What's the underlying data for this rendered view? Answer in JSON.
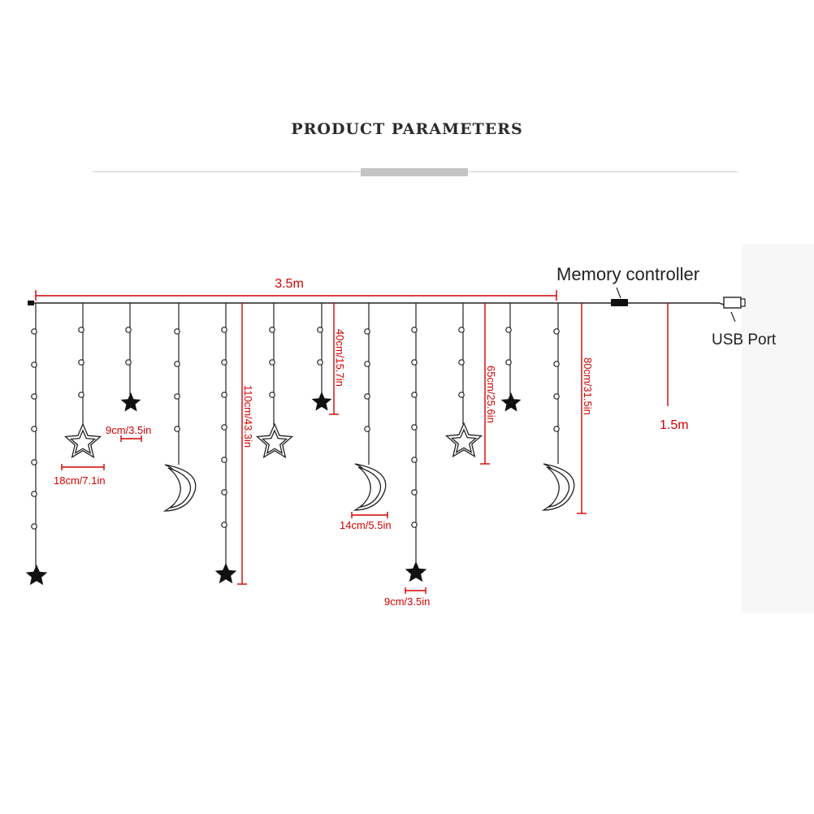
{
  "header": {
    "title": "PRODUCT PARAMETERS"
  },
  "labels": {
    "total_length": "3.5m",
    "memory_controller": "Memory controller",
    "usb_port": "USB Port",
    "cable_length": "1.5m",
    "dim_110": "110cm/43.3in",
    "dim_40": "40cm/15.7in",
    "dim_65": "65cm/25.6in",
    "dim_80": "80cm/31.5in",
    "dim_star_small_top": "9cm/3.5in",
    "dim_star_large": "18cm/7.1in",
    "dim_moon": "14cm/5.5in",
    "dim_star_small_bottom": "9cm/3.5in"
  },
  "colors": {
    "dimension": "#d40000",
    "wire": "#222222",
    "rule": "#cfcfcf"
  },
  "icons": {
    "bulb": "bulb-icon",
    "star_solid": "star-solid-icon",
    "star_outline": "star-outline-icon",
    "moon": "crescent-moon-icon",
    "usb": "usb-plug-icon",
    "controller": "controller-box-icon"
  }
}
